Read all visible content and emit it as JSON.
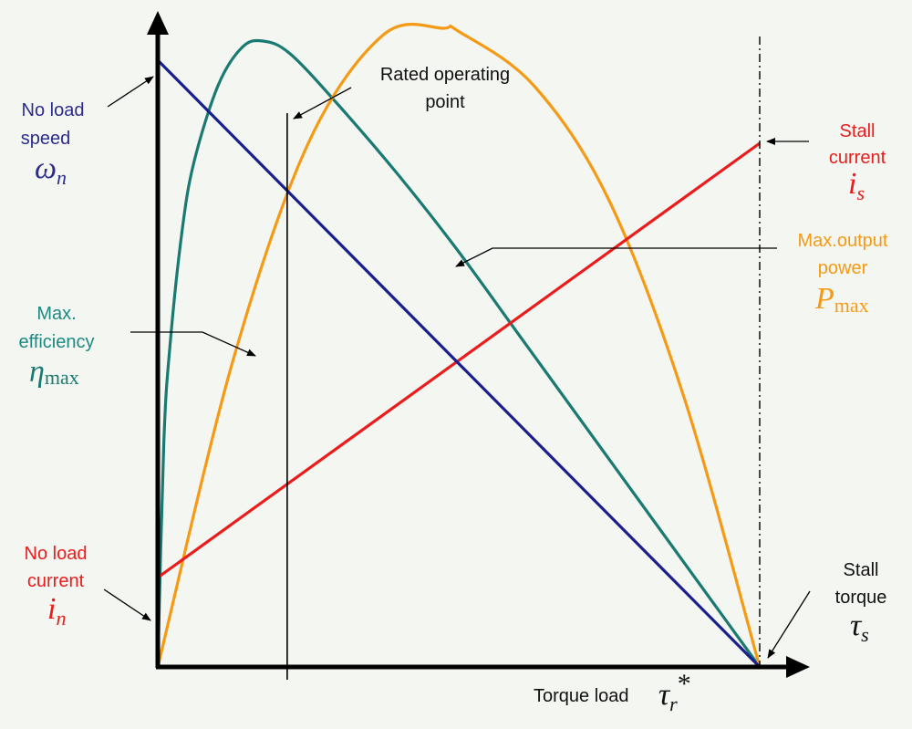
{
  "chart_data": {
    "type": "line",
    "xlabel": "Torque load",
    "x_symbol": {
      "base": "τ",
      "sub": "r",
      "sup": "*"
    },
    "xlim": [
      0,
      1
    ],
    "ylim": [
      0,
      1
    ],
    "grid": false,
    "series": [
      {
        "key": "speed",
        "color": "#1a1f8e",
        "x": [
          0,
          1
        ],
        "y": [
          0.95,
          0
        ]
      },
      {
        "key": "current",
        "color": "#ea1c1c",
        "x": [
          0,
          1
        ],
        "y": [
          0.14,
          0.82
        ]
      },
      {
        "key": "power",
        "color": "#f59a14",
        "x": [
          0,
          0.125,
          0.25,
          0.375,
          0.475,
          0.5,
          0.625,
          0.75,
          0.875,
          1
        ],
        "y": [
          0,
          0.48,
          0.82,
          0.99,
          1.0,
          0.995,
          0.91,
          0.73,
          0.42,
          0
        ]
      },
      {
        "key": "efficiency",
        "color": "#1a7a72",
        "x": [
          0,
          0.01,
          0.02,
          0.04,
          0.06,
          0.1,
          0.14,
          0.175,
          0.22,
          0.3,
          0.4,
          0.5,
          0.6,
          0.7,
          0.8,
          0.9,
          1
        ],
        "y": [
          0,
          0.35,
          0.5,
          0.68,
          0.79,
          0.91,
          0.97,
          0.98,
          0.96,
          0.88,
          0.77,
          0.65,
          0.52,
          0.39,
          0.26,
          0.13,
          0
        ]
      }
    ],
    "rated_point_x": 0.215,
    "stall_x": 1.0
  },
  "labels": {
    "no_load_speed": {
      "line1": "No load",
      "line2": "speed",
      "sym": "ω",
      "sub": "n",
      "color": "#2c2c8c"
    },
    "rated": {
      "line1": "Rated operating",
      "line2": "point"
    },
    "stall_current": {
      "line1": "Stall",
      "line2": "current",
      "sym": "i",
      "sub": "s",
      "color": "#ea1c1c"
    },
    "max_power": {
      "line1": "Max.output",
      "line2": "power",
      "sym": "P",
      "sub": "max",
      "color": "#f59a14"
    },
    "max_eff": {
      "line1": "Max.",
      "line2": "efficiency",
      "sym": "η",
      "sub": "max",
      "color": "#1a8a82"
    },
    "no_load_current": {
      "line1": "No load",
      "line2": "current",
      "sym": "i",
      "sub": "n",
      "color": "#ea1c1c"
    },
    "stall_torque": {
      "line1": "Stall",
      "line2": "torque",
      "sym": "τ",
      "sub": "s",
      "color": "#111111"
    }
  }
}
